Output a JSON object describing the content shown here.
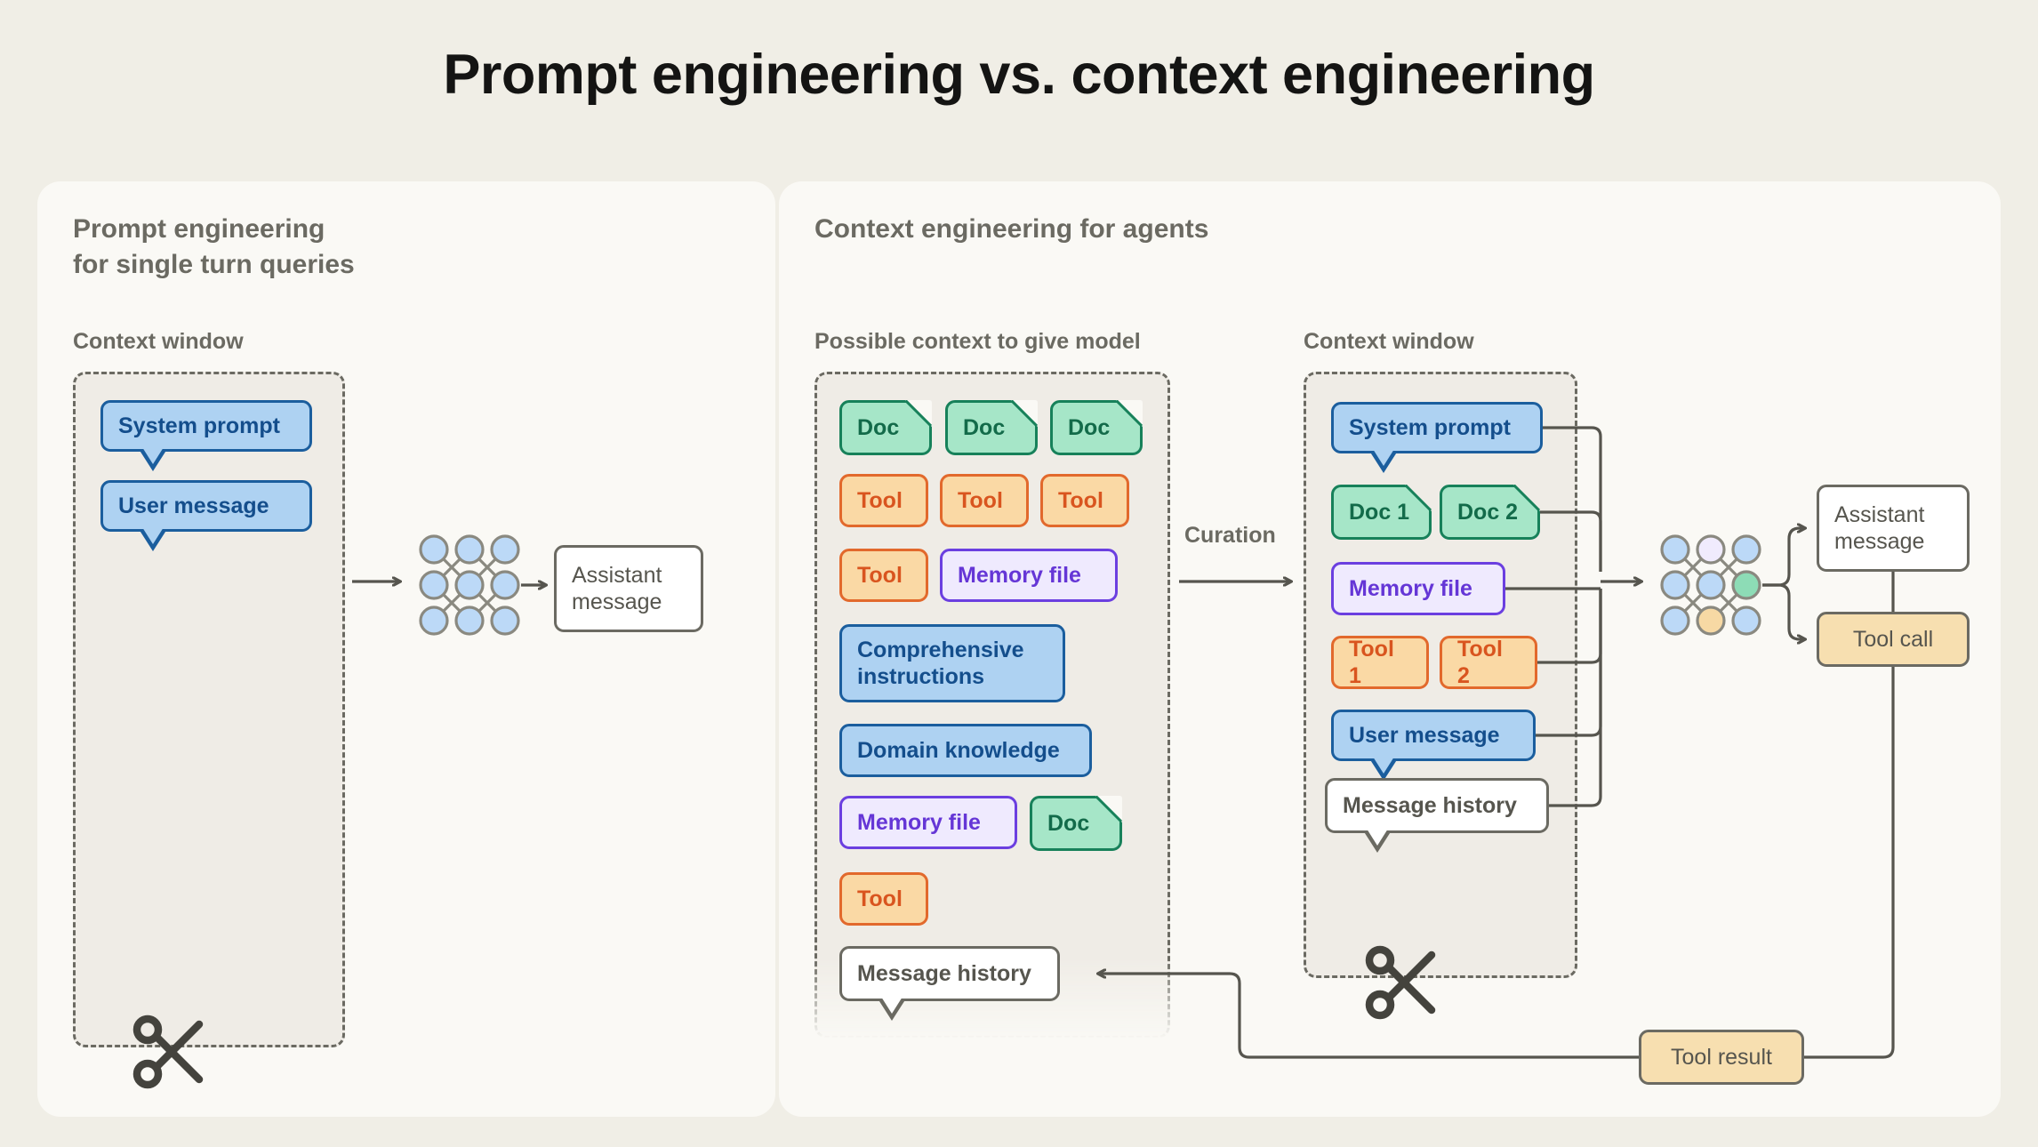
{
  "title": "Prompt engineering vs. context engineering",
  "colors": {
    "background": "#f0eee6",
    "panel": "#faf9f5",
    "context_window_fill": "#efece6",
    "stroke": "#6b6a62",
    "blue_fill": "#aed2f2",
    "blue_border": "#1b5e9e",
    "green_fill": "#a6e6c8",
    "green_border": "#17815a",
    "orange_fill": "#fad9a5",
    "orange_border": "#e2692c",
    "purple_fill": "#efeafe",
    "purple_border": "#6b3fe0",
    "tan_fill": "#f7dfb0"
  },
  "left_panel": {
    "heading": "Prompt engineering\nfor single turn queries",
    "context_window_label": "Context window",
    "items": [
      {
        "label": "System prompt",
        "style": "blue"
      },
      {
        "label": "User message",
        "style": "blue"
      }
    ],
    "model_icon": "neural-network-icon",
    "output": "Assistant\nmessage",
    "truncate_icon": "scissors-icon"
  },
  "right_panel": {
    "heading": "Context engineering for agents",
    "possible_context_label": "Possible context to give model",
    "context_window_label": "Context window",
    "curation_label": "Curation",
    "possible_context_items": [
      {
        "label": "Doc",
        "style": "green"
      },
      {
        "label": "Doc",
        "style": "green"
      },
      {
        "label": "Doc",
        "style": "green"
      },
      {
        "label": "Tool",
        "style": "orange"
      },
      {
        "label": "Tool",
        "style": "orange"
      },
      {
        "label": "Tool",
        "style": "orange"
      },
      {
        "label": "Tool",
        "style": "orange"
      },
      {
        "label": "Memory file",
        "style": "purple"
      },
      {
        "label": "Comprehensive\ninstructions",
        "style": "blue"
      },
      {
        "label": "Domain knowledge",
        "style": "blue"
      },
      {
        "label": "Memory file",
        "style": "purple"
      },
      {
        "label": "Doc",
        "style": "green"
      },
      {
        "label": "Tool",
        "style": "orange"
      },
      {
        "label": "Message history",
        "style": "white"
      }
    ],
    "context_window_items": [
      {
        "label": "System prompt",
        "style": "blue"
      },
      {
        "label": "Doc 1",
        "style": "green"
      },
      {
        "label": "Doc 2",
        "style": "green"
      },
      {
        "label": "Memory file",
        "style": "purple"
      },
      {
        "label": "Tool 1",
        "style": "orange"
      },
      {
        "label": "Tool 2",
        "style": "orange"
      },
      {
        "label": "User message",
        "style": "blue"
      },
      {
        "label": "Message history",
        "style": "white"
      }
    ],
    "model_icon": "neural-network-icon",
    "outputs": [
      {
        "label": "Assistant\nmessage",
        "style": "plain"
      },
      {
        "label": "Tool call",
        "style": "tan"
      }
    ],
    "tool_result": "Tool result",
    "truncate_icon": "scissors-icon"
  }
}
